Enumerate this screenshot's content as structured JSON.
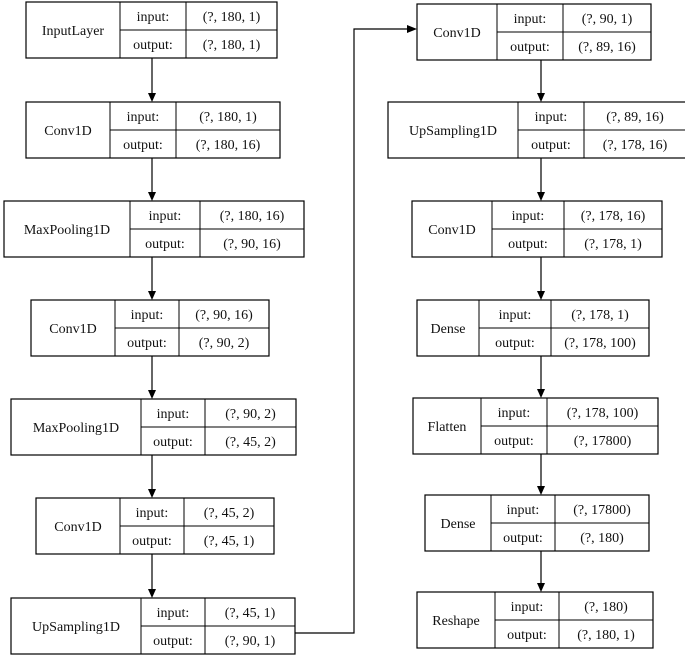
{
  "diagram": {
    "nodes": [
      {
        "name": "InputLayer",
        "input_label": "input:",
        "input": "(?, 180, 1)",
        "output_label": "output:",
        "output": "(?, 180, 1)"
      },
      {
        "name": "Conv1D",
        "input_label": "input:",
        "input": "(?, 180, 1)",
        "output_label": "output:",
        "output": "(?, 180, 16)"
      },
      {
        "name": "MaxPooling1D",
        "input_label": "input:",
        "input": "(?, 180, 16)",
        "output_label": "output:",
        "output": "(?, 90, 16)"
      },
      {
        "name": "Conv1D",
        "input_label": "input:",
        "input": "(?, 90, 16)",
        "output_label": "output:",
        "output": "(?, 90, 2)"
      },
      {
        "name": "MaxPooling1D",
        "input_label": "input:",
        "input": "(?, 90, 2)",
        "output_label": "output:",
        "output": "(?, 45, 2)"
      },
      {
        "name": "Conv1D",
        "input_label": "input:",
        "input": "(?, 45, 2)",
        "output_label": "output:",
        "output": "(?, 45, 1)"
      },
      {
        "name": "UpSampling1D",
        "input_label": "input:",
        "input": "(?, 45, 1)",
        "output_label": "output:",
        "output": "(?, 90, 1)"
      },
      {
        "name": "Conv1D",
        "input_label": "input:",
        "input": "(?, 90, 1)",
        "output_label": "output:",
        "output": "(?, 89, 16)"
      },
      {
        "name": "UpSampling1D",
        "input_label": "input:",
        "input": "(?, 89, 16)",
        "output_label": "output:",
        "output": "(?, 178, 16)"
      },
      {
        "name": "Conv1D",
        "input_label": "input:",
        "input": "(?, 178, 16)",
        "output_label": "output:",
        "output": "(?, 178, 1)"
      },
      {
        "name": "Dense",
        "input_label": "input:",
        "input": "(?, 178, 1)",
        "output_label": "output:",
        "output": "(?, 178, 100)"
      },
      {
        "name": "Flatten",
        "input_label": "input:",
        "input": "(?, 178, 100)",
        "output_label": "output:",
        "output": "(?, 17800)"
      },
      {
        "name": "Dense",
        "input_label": "input:",
        "input": "(?, 17800)",
        "output_label": "output:",
        "output": "(?, 180)"
      },
      {
        "name": "Reshape",
        "input_label": "input:",
        "input": "(?, 180)",
        "output_label": "output:",
        "output": "(?, 180, 1)"
      }
    ]
  }
}
